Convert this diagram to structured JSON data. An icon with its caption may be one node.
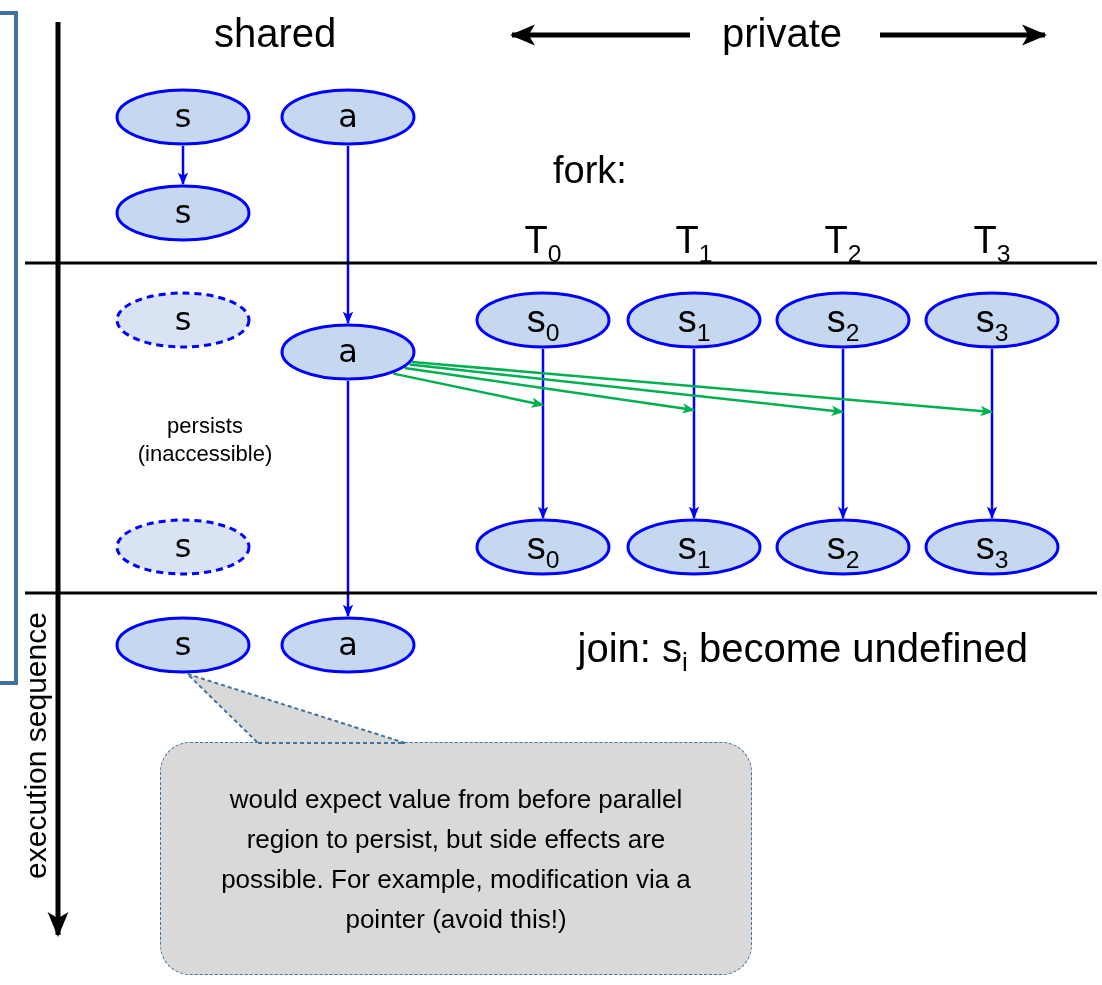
{
  "diagram": {
    "nodes": [
      {
        "text": [
          "s"
        ]
      },
      {
        "text": [
          "a"
        ]
      },
      {
        "text": [
          "s"
        ]
      },
      {
        "text": [
          "s"
        ]
      },
      {
        "text": [
          "a"
        ]
      },
      {
        "text": [
          "s$_{0}$"
        ]
      },
      {
        "text": [
          "s$_{1}$"
        ]
      },
      {
        "text": [
          "s$_{2}$"
        ]
      },
      {
        "text": [
          "s$_{3}$"
        ]
      },
      {
        "text": [
          "s"
        ]
      },
      {
        "text": [
          "s$_{0}$"
        ]
      },
      {
        "text": [
          "s$_{1}$"
        ]
      },
      {
        "text": [
          "s$_{2}$"
        ]
      },
      {
        "text": [
          "s$_{3}$"
        ]
      },
      {
        "text": [
          "s"
        ]
      },
      {
        "text": [
          "a"
        ]
      },
      {
        "text": [
          "would expect value from before parallel region to persist, but side effects are possible. For example, modification via a pointer (avoid this!)"
        ]
      }
    ],
    "edges": [
      {
        "from": 0,
        "to": 2,
        "arrow": "to"
      },
      {
        "from": 1,
        "to": 4,
        "arrow": "to"
      },
      {
        "from": 4,
        "to": 15,
        "arrow": "to"
      },
      {
        "from": 5,
        "to": 10,
        "arrow": "to"
      },
      {
        "from": 6,
        "to": 11,
        "arrow": "to"
      },
      {
        "from": 7,
        "to": 12,
        "arrow": "to"
      },
      {
        "from": 8,
        "to": 13,
        "arrow": "to"
      },
      {
        "from": 4,
        "to": null,
        "arrow": "to",
        "color": "#00b050"
      },
      {
        "from": 4,
        "to": null,
        "arrow": "to",
        "color": "#00b050"
      },
      {
        "from": 4,
        "to": null,
        "arrow": "to",
        "color": "#00b050"
      },
      {
        "from": 4,
        "to": null,
        "arrow": "to",
        "color": "#00b050"
      },
      {
        "from": 16,
        "to": 14,
        "arrow": "none",
        "style": "dashed",
        "color": "#41719c"
      }
    ],
    "labels": [
      "shared",
      "private",
      "fork:",
      "T$_{0}$",
      "T$_{1}$",
      "T$_{2}$",
      "T$_{3}$",
      "persists (inaccessible)",
      "join: s$_{i}$ become undefined",
      "execution sequence"
    ]
  }
}
